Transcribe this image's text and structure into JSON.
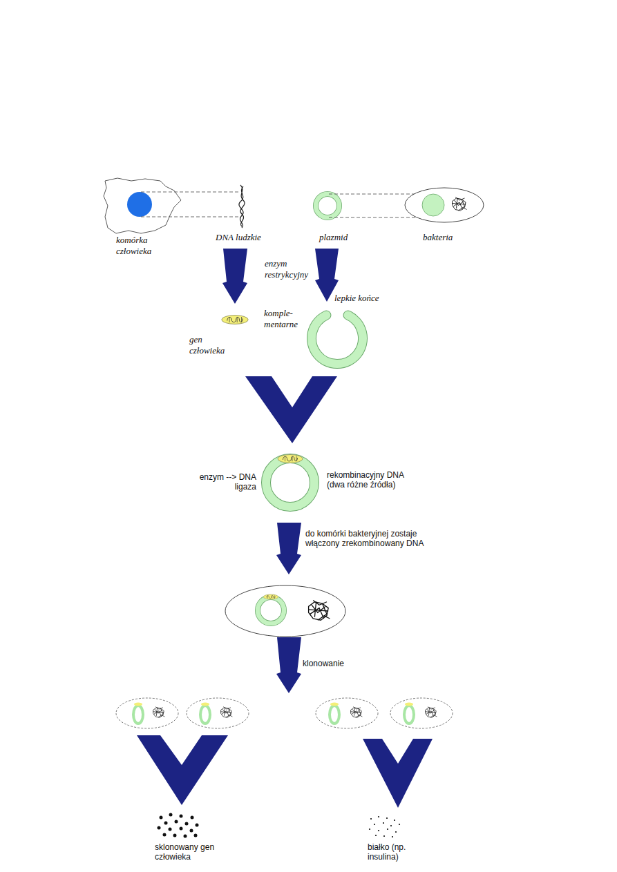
{
  "diagram": {
    "labels": [
      "komórka człowieka",
      "DNA ludzkie",
      "plazmid",
      "bakteria",
      "enzym restrykcyjny",
      "lepkie końce",
      "komple- mentarne",
      "gen człowieka",
      "enzym --> DNA ligaza",
      "rekombinacyjny DNA (dwa różne źródła)",
      "do komórki bakteryjnej zostaje włączony zrekombinowany DNA",
      "klonowanie",
      "sklonowany gen człowieka",
      "białko (np. insulina)"
    ]
  }
}
